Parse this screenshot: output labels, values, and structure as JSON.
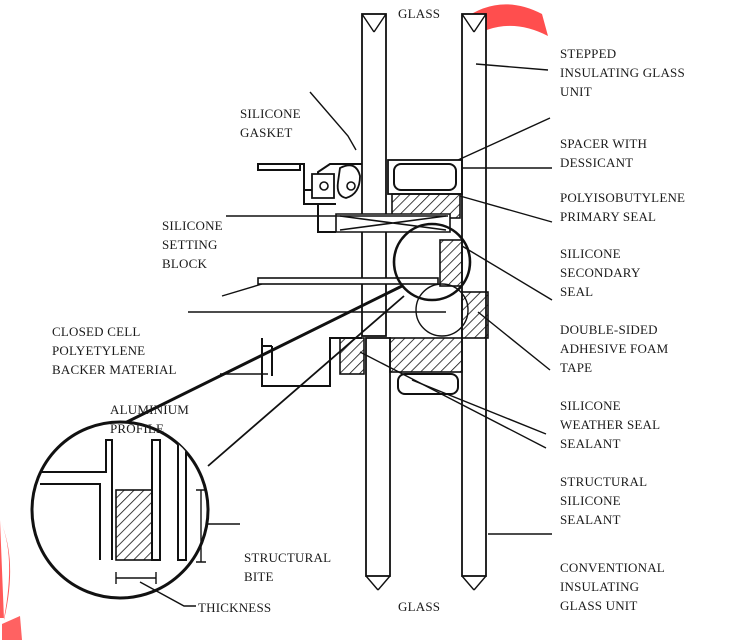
{
  "labels": {
    "glass_top": "GLASS",
    "glass_bottom": "GLASS",
    "stepped_unit": [
      "STEPPED",
      "INSULATING GLASS",
      "UNIT"
    ],
    "silicone_gasket": [
      "SILICONE",
      "GASKET"
    ],
    "spacer": [
      "SPACER WITH",
      "DESSICANT"
    ],
    "pib_seal": [
      "POLYISOBUTYLENE",
      "PRIMARY SEAL"
    ],
    "setting_block": [
      "SILICONE",
      "SETTING",
      "BLOCK"
    ],
    "secondary_seal": [
      "SILICONE",
      "SECONDARY",
      "SEAL"
    ],
    "backer": [
      "CLOSED CELL",
      "POLYETYLENE",
      "BACKER MATERIAL"
    ],
    "foam_tape": [
      "DOUBLE-SIDED",
      "ADHESIVE FOAM",
      "TAPE"
    ],
    "aluminium": [
      "ALUMINIUM",
      "PROFILE"
    ],
    "weatherseal": [
      "SILICONE",
      "WEATHER SEAL",
      "SEALANT"
    ],
    "structural_sealant": [
      "STRUCTURAL",
      "SILICONE",
      "SEALANT"
    ],
    "structural_bite": [
      "STRUCTURAL",
      "BITE"
    ],
    "conventional_unit": [
      "CONVENTIONAL",
      "INSULATING",
      "GLASS UNIT"
    ],
    "thickness": "THICKNESS"
  },
  "colors": {
    "line": "#111111",
    "watermark": "#ff3b3b"
  }
}
